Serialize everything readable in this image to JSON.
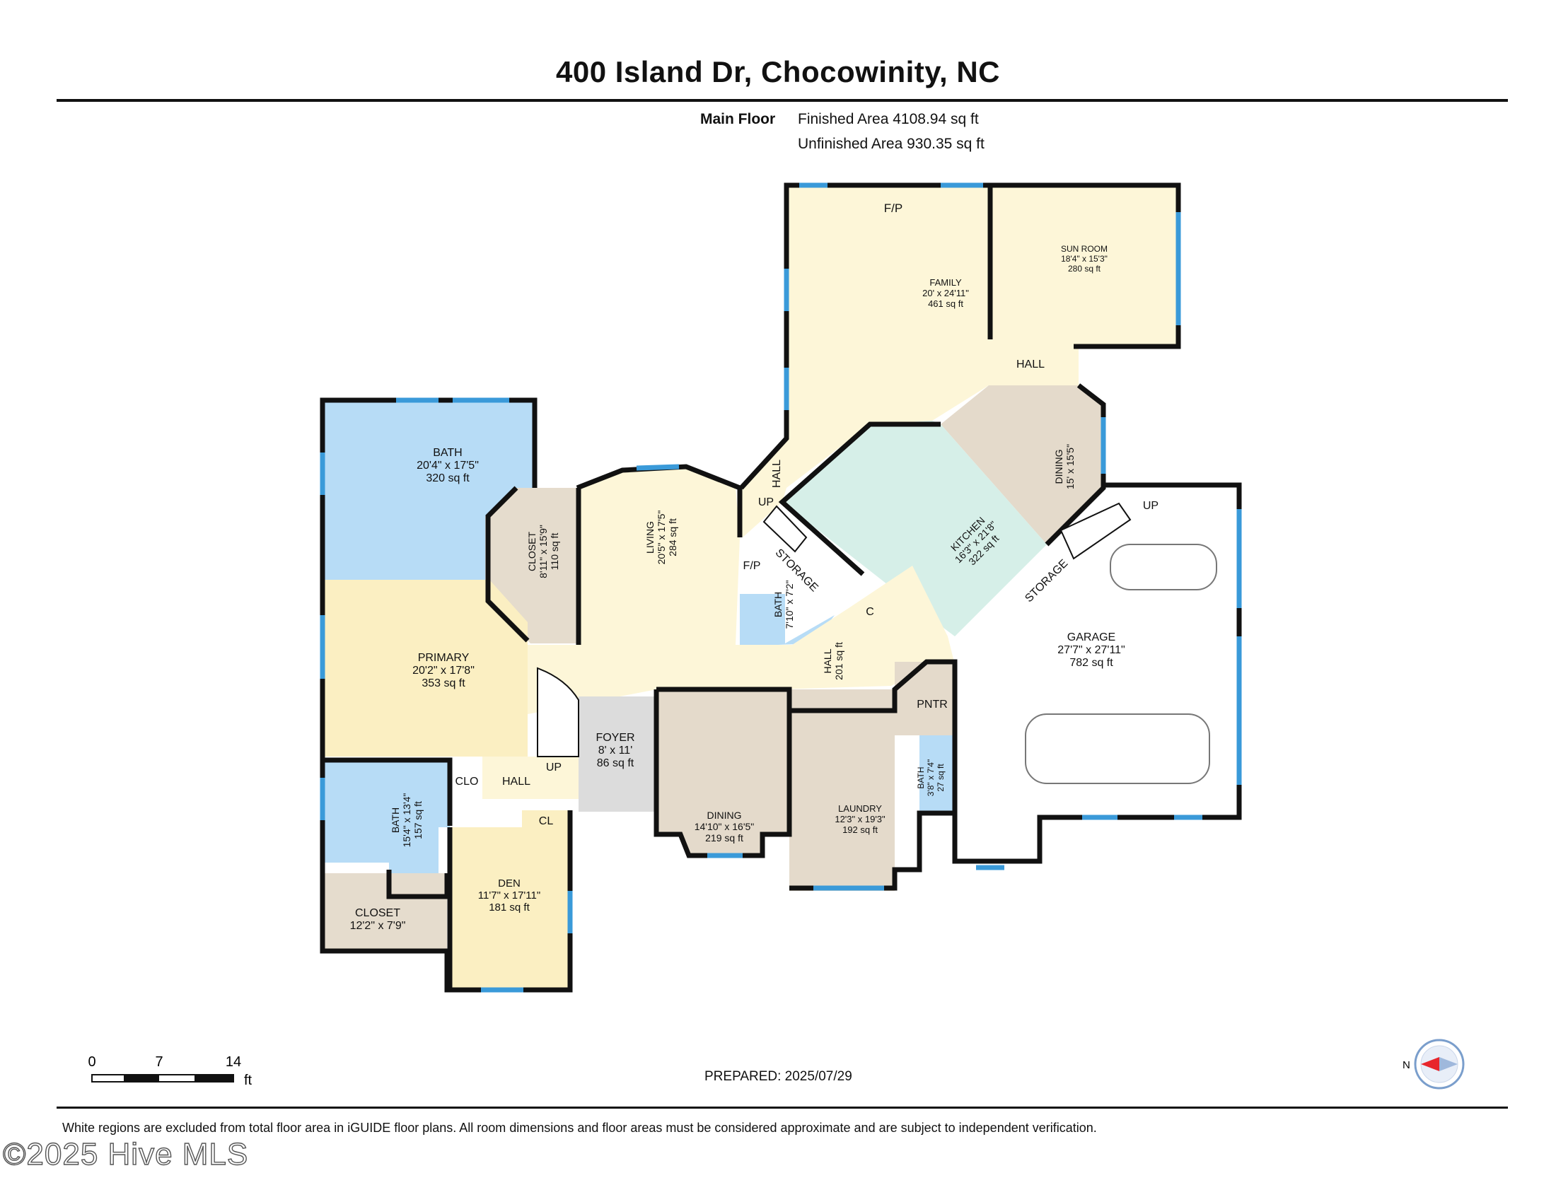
{
  "header": {
    "title": "400 Island Dr, Chocowinity, NC",
    "floor": "Main Floor",
    "finished_area": "Finished Area 4108.94 sq ft",
    "unfinished_area": "Unfinished Area 930.35 sq ft"
  },
  "rooms": {
    "family": {
      "name": "FAMILY",
      "dims": "20' x 24'11\"",
      "area": "461 sq ft"
    },
    "sun_room": {
      "name": "SUN ROOM",
      "dims": "18'4\" x 15'3\"",
      "area": "280 sq ft"
    },
    "bath_primary": {
      "name": "BATH",
      "dims": "20'4\" x 17'5\"",
      "area": "320 sq ft"
    },
    "closet_primary": {
      "name": "CLOSET",
      "dims": "8'11\" x 15'9\"",
      "area": "110 sq ft"
    },
    "living": {
      "name": "LIVING",
      "dims": "20'5\" x 17'5\"",
      "area": "284 sq ft"
    },
    "kitchen": {
      "name": "KITCHEN",
      "dims": "16'3\" x 21'8\"",
      "area": "322 sq ft"
    },
    "dining_kitchen": {
      "name": "DINING",
      "dims": "15' x 15'5\""
    },
    "primary": {
      "name": "PRIMARY",
      "dims": "20'2\" x 17'8\"",
      "area": "353 sq ft"
    },
    "bath_small": {
      "name": "BATH",
      "dims": "7'10\" x 7'2\""
    },
    "hall_central": {
      "name": "HALL",
      "area": "201 sq ft"
    },
    "garage": {
      "name": "GARAGE",
      "dims": "27'7\" x 27'11\"",
      "area": "782 sq ft"
    },
    "foyer": {
      "name": "FOYER",
      "dims": "8' x 11'",
      "area": "86 sq ft"
    },
    "dining": {
      "name": "DINING",
      "dims": "14'10\" x 16'5\"",
      "area": "219 sq ft"
    },
    "laundry": {
      "name": "LAUNDRY",
      "dims": "12'3\" x 19'3\"",
      "area": "192 sq ft"
    },
    "bath_laundry": {
      "name": "BATH",
      "dims": "3'8\" x 7'4\"",
      "area": "27 sq ft"
    },
    "bath_2": {
      "name": "BATH",
      "dims": "15'4\" x 13'4\"",
      "area": "157 sq ft"
    },
    "den": {
      "name": "DEN",
      "dims": "11'7\" x 17'11\"",
      "area": "181 sq ft"
    },
    "closet_2": {
      "name": "CLOSET",
      "dims": "12'2\" x 7'9\""
    }
  },
  "labels": {
    "fp_family": "F/P",
    "fp_living": "F/P",
    "hall_family": "HALL",
    "hall_vertical": "HALL",
    "up_hall": "UP",
    "up_garage": "UP",
    "up_foyer": "UP",
    "storage_1": "STORAGE",
    "storage_2": "STORAGE",
    "c": "C",
    "pntr": "PNTR",
    "clo": "CLO",
    "hall_small": "HALL",
    "cl": "CL"
  },
  "scale": {
    "ticks": [
      "0",
      "7",
      "14"
    ],
    "unit": "ft"
  },
  "compass": {
    "label": "N"
  },
  "footer": {
    "prepared": "PREPARED: 2025/07/29",
    "disclaimer": "White regions are excluded from total floor area in iGUIDE floor plans. All room dimensions and floor areas must be considered approximate and are subject to independent verification.",
    "watermark": "©2025 Hive MLS"
  },
  "colors": {
    "wall": "#111111",
    "window": "#3a9ad9",
    "bath": "#b7dcf6",
    "bedroom": "#fbefc2",
    "living": "#fdf6d8",
    "closet": "#e5dccd",
    "dining": "#e4dacb",
    "kitchen": "#d6efe8",
    "foyer": "#dcdcdc",
    "unfinished": "#ffffff"
  }
}
